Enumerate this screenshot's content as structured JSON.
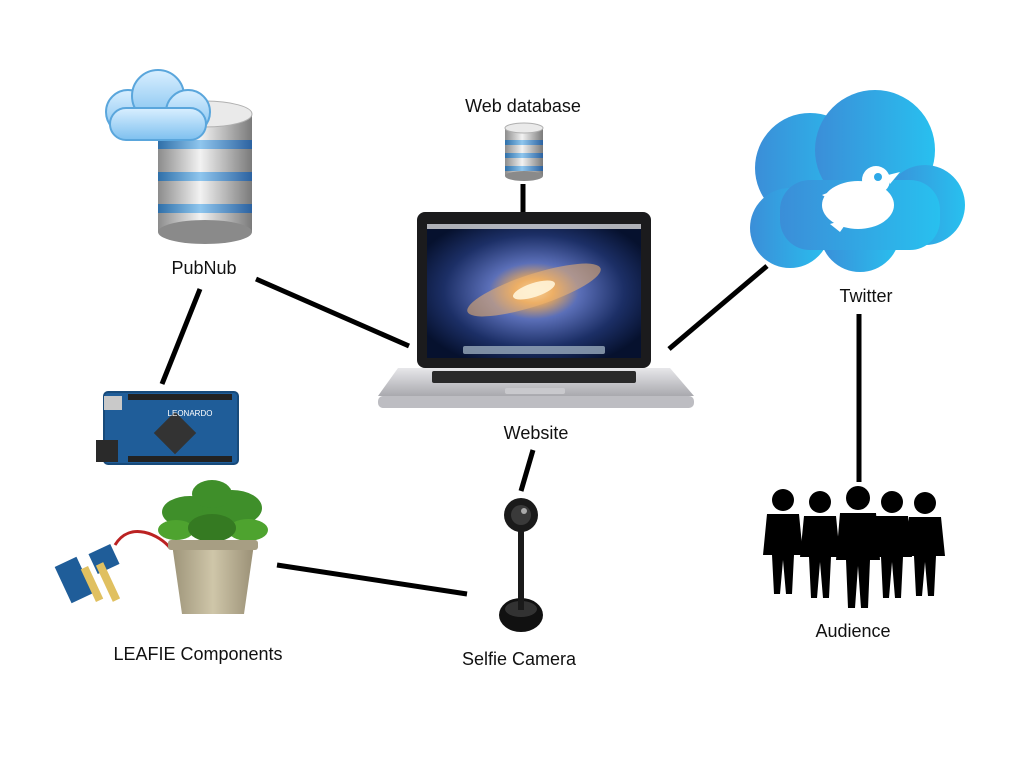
{
  "diagram": {
    "nodes": {
      "pubnub": {
        "label": "PubNub",
        "icon": "cloud-database-icon"
      },
      "web_database": {
        "label": "Web database",
        "icon": "database-icon"
      },
      "website": {
        "label": "Website",
        "icon": "laptop-icon"
      },
      "twitter": {
        "label": "Twitter",
        "icon": "twitter-cloud-icon"
      },
      "arduino": {
        "label": "",
        "icon": "arduino-board-icon",
        "board_text": "LEONARDO"
      },
      "leafie": {
        "label": "LEAFIE Components",
        "icon": "plant-sensor-icon"
      },
      "selfie_camera": {
        "label": "Selfie Camera",
        "icon": "webcam-icon"
      },
      "audience": {
        "label": "Audience",
        "icon": "people-silhouette-icon"
      }
    },
    "edges": [
      [
        "pubnub",
        "website"
      ],
      [
        "pubnub",
        "arduino"
      ],
      [
        "web_database",
        "website"
      ],
      [
        "website",
        "twitter"
      ],
      [
        "website",
        "selfie_camera"
      ],
      [
        "selfie_camera",
        "leafie"
      ],
      [
        "twitter",
        "audience"
      ]
    ],
    "colors": {
      "line": "#000000",
      "cloud_blue": "#4aa6e0",
      "twitter_blue": "#2ea9e8",
      "db_band": "#5aa0d6",
      "board_blue": "#1f5d99",
      "plant_green": "#3f8f2a",
      "pot": "#b5ab8e"
    }
  }
}
